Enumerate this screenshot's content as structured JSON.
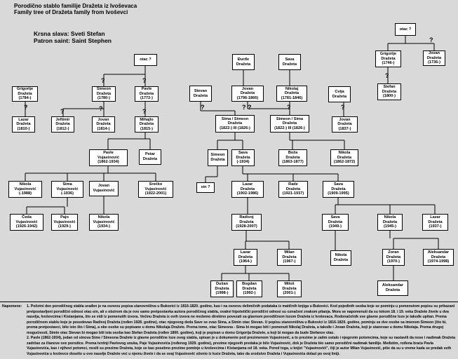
{
  "header": {
    "title_line1": "Porodično stablo familije Dražeta iz Ivoševaca",
    "title_line2": "Family tree of Dražeta family from Ivoševci",
    "slava": "Krsna slava: Sveti Stefan",
    "patron": "Patron saint: Saint Stephen"
  },
  "nodes": [
    {
      "id": "otac1",
      "lines": [
        "otac ?"
      ]
    },
    {
      "id": "grigorije1784",
      "lines": [
        "Grigorije",
        "Dražeta",
        "(1784-)"
      ]
    },
    {
      "id": "simeon1780",
      "lines": [
        "Simeon",
        "Dražeta",
        "(1780-)"
      ]
    },
    {
      "id": "pavle1772",
      "lines": [
        "Pavle",
        "Dražeta",
        "(1772-)"
      ]
    },
    {
      "id": "lazar1810",
      "lines": [
        "Lazar",
        "Dražeta",
        "(1810-)"
      ]
    },
    {
      "id": "jeftimir1812",
      "lines": [
        "Jeftimir",
        "Dražeta",
        "(1812-)"
      ]
    },
    {
      "id": "jovan1814",
      "lines": [
        "Jovan",
        "Dražeta",
        "(1814-)"
      ]
    },
    {
      "id": "mihajlo1815",
      "lines": [
        "Mihajlo",
        "Dražeta",
        "(1815-)"
      ]
    },
    {
      "id": "pavlev",
      "lines": [
        "Pavle",
        "Vujasinović",
        "(1862-1934)"
      ]
    },
    {
      "id": "petar",
      "lines": [
        "Petar",
        "Dražeta"
      ]
    },
    {
      "id": "nikolav1988",
      "lines": [
        "Nikola",
        "Vujasinović",
        "(-1988)"
      ]
    },
    {
      "id": "simav1936",
      "lines": [
        "Sima",
        "Vujasinović",
        "(-1936)"
      ]
    },
    {
      "id": "jovanv",
      "lines": [
        "Jovan",
        "Vujasinović"
      ]
    },
    {
      "id": "srecko",
      "lines": [
        "Srećko",
        "Vujasinović",
        "(1922-2001)"
      ]
    },
    {
      "id": "ceda",
      "lines": [
        "Čeda",
        "Vujasinović",
        "(1926-1942)"
      ]
    },
    {
      "id": "pajo",
      "lines": [
        "Pajo",
        "Vujasinović",
        "(1929-)"
      ]
    },
    {
      "id": "nikolav1934",
      "lines": [
        "Nikola",
        "Vujasinović",
        "(1934-)"
      ]
    },
    {
      "id": "djurdje",
      "lines": [
        "Đurđe",
        "Dražeta"
      ]
    },
    {
      "id": "sava1",
      "lines": [
        "Sava",
        "Dražeta"
      ]
    },
    {
      "id": "stevan",
      "lines": [
        "Stevan",
        "Dražeta"
      ]
    },
    {
      "id": "jovan1796",
      "lines": [
        "Jovan",
        "Dražeta",
        "(1796-1866)"
      ]
    },
    {
      "id": "nikolaj1781",
      "lines": [
        "Nikolaj",
        "Dražeta",
        "(1781-1846)"
      ]
    },
    {
      "id": "cvija",
      "lines": [
        "Cvija",
        "Dražeta"
      ]
    },
    {
      "id": "simasimeon",
      "lines": [
        "Sima / Simeon",
        "Dražeta",
        "(1822-) III (1826-)"
      ]
    },
    {
      "id": "simeonsima",
      "lines": [
        "Simeon / Sima",
        "Dražeta",
        "(1822-) III (1826-)"
      ]
    },
    {
      "id": "jovan1837",
      "lines": [
        "Jovan",
        "Dražeta",
        "(1837-)"
      ]
    },
    {
      "id": "simeond",
      "lines": [
        "Simeon",
        "Dražeta"
      ]
    },
    {
      "id": "sava1934",
      "lines": [
        "Sava",
        "Dražeta",
        "(-1934)"
      ]
    },
    {
      "id": "boza",
      "lines": [
        "Boža",
        "Dražeta",
        "(1863-1877)"
      ]
    },
    {
      "id": "nikola1862",
      "lines": [
        "Nikola",
        "Dražeta",
        "(1862-1872)"
      ]
    },
    {
      "id": "sin",
      "lines": [
        "sin ?"
      ]
    },
    {
      "id": "lazar1902",
      "lines": [
        "Lazar",
        "Dražeta",
        "(1902-1986)"
      ]
    },
    {
      "id": "rade",
      "lines": [
        "Rade",
        "Dražeta",
        "(1921-1937)"
      ]
    },
    {
      "id": "sava1909",
      "lines": [
        "Sava",
        "Dražeta",
        "(1909-1995)"
      ]
    },
    {
      "id": "radivoj",
      "lines": [
        "Radivoj",
        "Dražeta",
        "(1928-2007)"
      ]
    },
    {
      "id": "sava1949",
      "lines": [
        "Sava",
        "Dražeta",
        "(1949-)"
      ]
    },
    {
      "id": "nikola1945",
      "lines": [
        "Nikola",
        "Dražeta",
        "(1945-)"
      ]
    },
    {
      "id": "lazar1937",
      "lines": [
        "Lazar",
        "Dražeta",
        "(1937-)"
      ]
    },
    {
      "id": "nikolad",
      "lines": [
        "Nikola",
        "Dražeta"
      ]
    },
    {
      "id": "lazar1964",
      "lines": [
        "Lazar",
        "Dražeta",
        "(1964-)"
      ]
    },
    {
      "id": "milan1967",
      "lines": [
        "Milan",
        "Dražeta",
        "(1967-)"
      ]
    },
    {
      "id": "zoran",
      "lines": [
        "Zoran",
        "Dražeta",
        "(1970-)"
      ]
    },
    {
      "id": "aleksandar1974",
      "lines": [
        "Aleksandar",
        "Dražeta",
        "(1974-1998)"
      ]
    },
    {
      "id": "dusan",
      "lines": [
        "Dušan",
        "Dražeta",
        "(1998-)"
      ]
    },
    {
      "id": "bogdan",
      "lines": [
        "Bogdan",
        "Dražeta",
        "(1992-)"
      ]
    },
    {
      "id": "milos",
      "lines": [
        "Miloš",
        "Dražeta",
        "(2001-)"
      ]
    },
    {
      "id": "aleksandard",
      "lines": [
        "Aleksandar",
        "Dražeta"
      ]
    },
    {
      "id": "otac2",
      "lines": [
        "otac ?"
      ]
    },
    {
      "id": "grigorije1746",
      "lines": [
        "Grigorije",
        "Dražeta",
        "(1746-)"
      ]
    },
    {
      "id": "jovan1736",
      "lines": [
        "Jovan",
        "Dražeta",
        "(1736-)"
      ]
    },
    {
      "id": "stefan1800",
      "lines": [
        "Stefan",
        "Dražeta",
        "(1800-)"
      ]
    }
  ],
  "question_mark": "?",
  "notes": {
    "label": "Napomene:",
    "note1": "1. Počеtni deo porodičnog stabla urađen je na osnovu popisa stanovništva u Bukovici iz 1816-1820. godine, kao i na osnovu delimičnih podataka iz matičnih knjiga u Bukovici. Kod pojedinih osoba koje se pominju u pomenutom popisu su prikazani pretpostavljeni porodični odnosi otac-sin, ali s obzirom da je ovo samo pretpostavka autora porodičnog stabla, ovakvi hipotetički porodični odnosi su označeni znakom pitanja. Mora se napomenuti da su tokom 18. i 19. veka Dražete živele u dva naselja, Ivoševcima i Kistanjama, što se vidi iz pomenutih izvora. Većinu Dražeta iz ovih izvora ne možemo direktno povezati sa glavnom porodičnom lozom Dražeta iz Ivoševaca. Rodonačelnik sve glavne porodične loze je takođe upitan. Prema porodičnom stablu koje je posedovao Radivoj Dražeta (rođen 1928. godine), otac njegovog deda Save se zvao Sima, a Simin otac Stevan. U popisu stanovništva u Bukovici iz 1816-1820. godine, pominju se dve osobe sa imenom Simeon (što bi, prema pretpostavci, bilo isto što i Sima), a obe osobe su popisane u domu Nikolaja Dražete. Prema tome, otac Simeona - Sima bi mogao biti i pomenuti Nikolaj Dražeta, a takođe i Jovan Dražeta, koji je stanovao u domu Nikolaja. Prema drugoj mogućnosti, Simin otac Stevan bi mogao biti ista osoba kao Stefan Dražeta (rođen 1800. godine), koji je popisan u domu Grigorija Dražete, a koji bi mogao da bude Stefanov otac.",
    "note2": "2. Pavle (1862-1934), jedan od sinova Sime / Simeona Dražete iz glavne porodične loze ovog stabla, upisan je u dokumente pod prezimenom Vujasinović, a to prezime je zatim ostalo i njegovim potomcima, koje su nastavili da nose i nadimak Dražeta zadržao za članove ove porodice. Prema tvrdnji Pavlovog unuka, Paje Vujasinovića (rođenog 1929. godine), prezime njegovih predaka je bilo Vujasinović, dok je Dražeta bio samo porodični nadimak familije. Međutim, rođena braća Pavla Vujasinovića, kao i njihovi potomci, nosili su prezime Dražeta, koje se kao posebno prezime pominje u Ivoševcima i Kistanjama od 18. veka. Pored toga, u knjizi \"Vujasinovići\", čiji je autor Milan Vujasinović, piše da su u vreme kada se predak svih Vujasinovića u Ivoševce doselio u ovo naselje Dražete već u njemu živele i da se ovaj Vujasinović oženio iz kuće Dražeta, tako da srodstvo Dražeta i Vujasinovića dolazi po ovoj liniji."
  }
}
